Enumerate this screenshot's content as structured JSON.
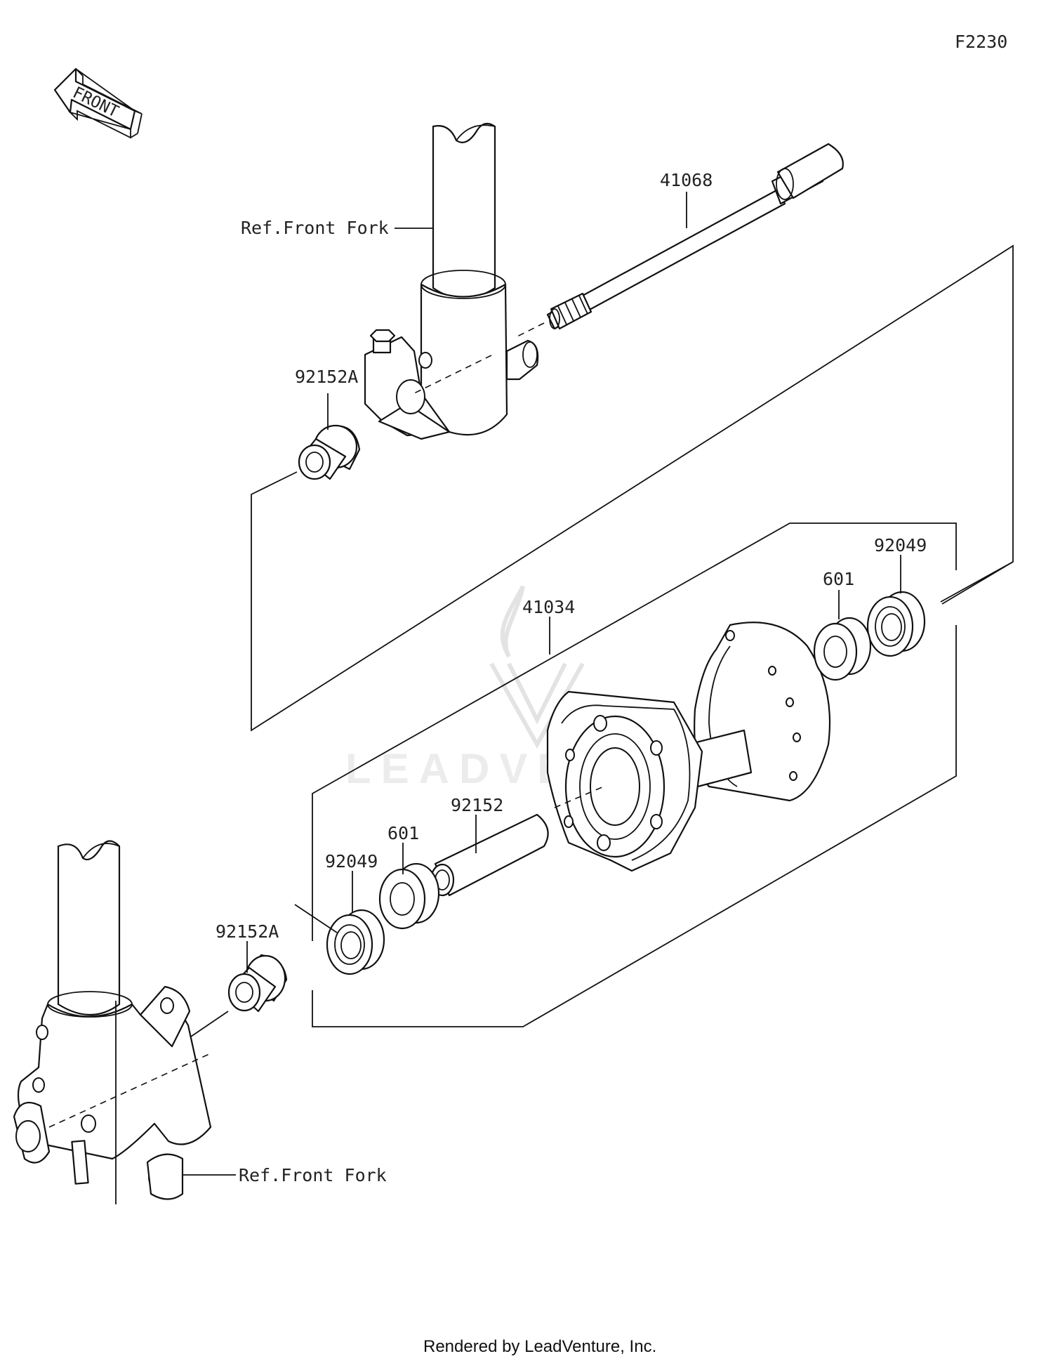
{
  "diagram_code": "F2230",
  "front_arrow_label": "FRONT",
  "watermark_text": "LEADVENTURE",
  "footer_text": "Rendered by LeadVenture, Inc.",
  "callouts": {
    "axle": "41068",
    "ref_fork_top": "Ref.Front Fork",
    "collar_upper": "92152A",
    "hub": "41034",
    "seal_right": "92049",
    "bearing_right": "601",
    "spacer": "92152",
    "bearing_left": "601",
    "seal_left": "92049",
    "collar_lower": "92152A",
    "ref_fork_bottom": "Ref.Front Fork"
  }
}
